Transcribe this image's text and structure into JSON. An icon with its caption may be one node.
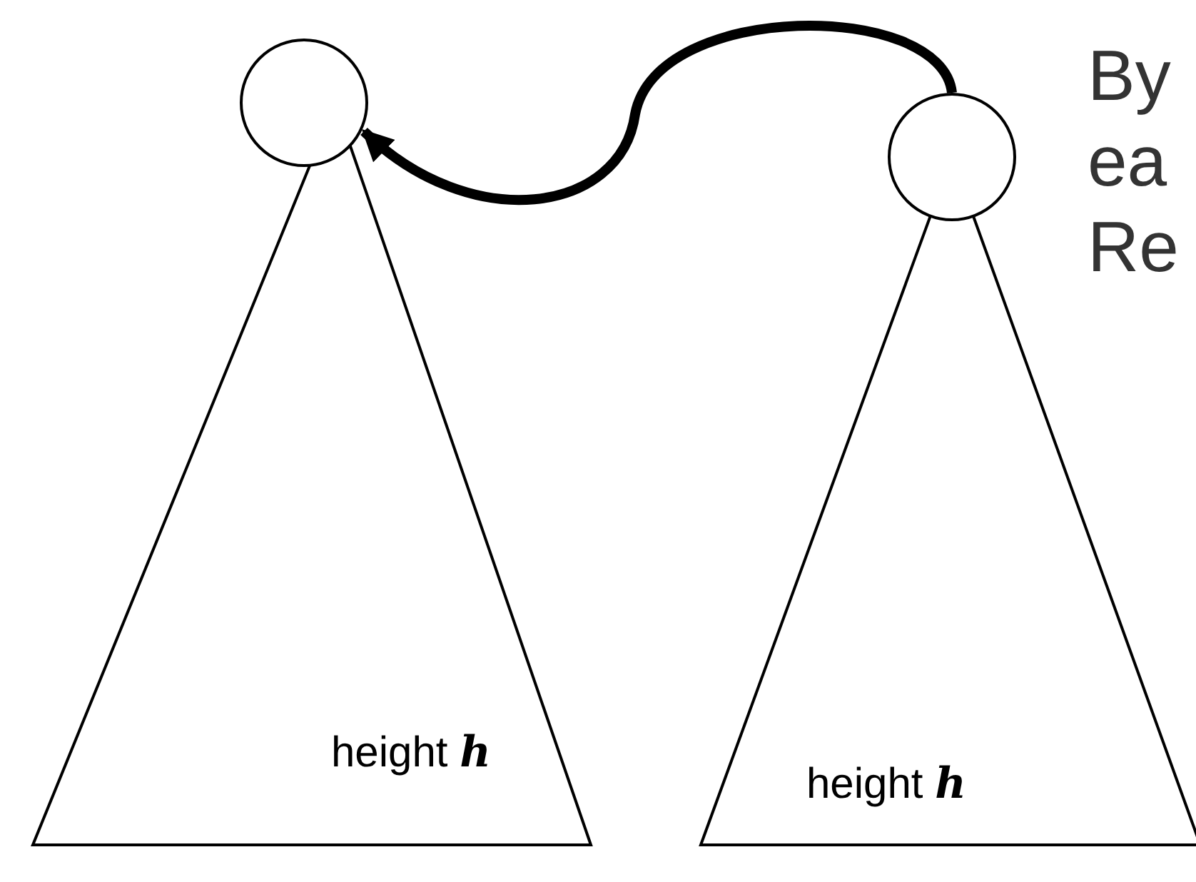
{
  "diagram": {
    "nodes": [
      {
        "text": [],
        "shape": "circle"
      },
      {
        "text": [
          "height **h**"
        ]
      },
      {
        "text": [],
        "shape": "circle"
      },
      {
        "text": [
          "height **h**"
        ]
      }
    ],
    "edges": [
      {
        "from": 2,
        "to": 0,
        "arrow": "to"
      }
    ],
    "labels": [
      "By",
      "ea",
      "Re"
    ]
  }
}
